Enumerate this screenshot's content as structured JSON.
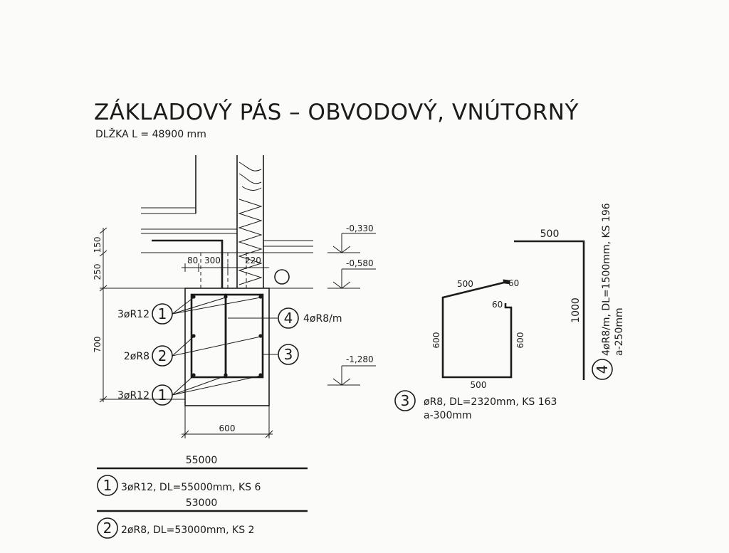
{
  "drawing": {
    "title": "ZÁKLADOVÝ PÁS – OBVODOVÝ, VNÚTORNÝ",
    "subtitle": "DLŽKA L = 48900 mm"
  },
  "section": {
    "dims_left": [
      "150",
      "250",
      "700"
    ],
    "dims_top": [
      "80",
      "300",
      "220"
    ],
    "dim_bottom": "600",
    "levels": [
      "-0,330",
      "-0,580",
      "-1,280"
    ],
    "callouts": {
      "top_bars": "3øR12",
      "mid_bars": "2øR8",
      "bottom_bars": "3øR12",
      "stirrups": "4øR8/m"
    },
    "markers": [
      "1",
      "2",
      "1",
      "4",
      "3"
    ]
  },
  "stirrup3": {
    "dims": [
      "500",
      "60",
      "60",
      "600",
      "600",
      "500"
    ],
    "marker": "3",
    "spec_1": "øR8, DL=2320mm, KS 163",
    "spec_2": "a-300mm"
  },
  "bar4": {
    "dims": [
      "500",
      "1000"
    ],
    "marker": "4",
    "spec_1": "4øR8/m, DL=1500mm, KS 196",
    "spec_2": "a-250mm"
  },
  "bar1": {
    "length": "55000",
    "marker": "1",
    "spec": "3øR12, DL=55000mm, KS 6"
  },
  "bar2": {
    "length": "53000",
    "marker": "2",
    "spec": "2øR8, DL=53000mm, KS 2"
  }
}
